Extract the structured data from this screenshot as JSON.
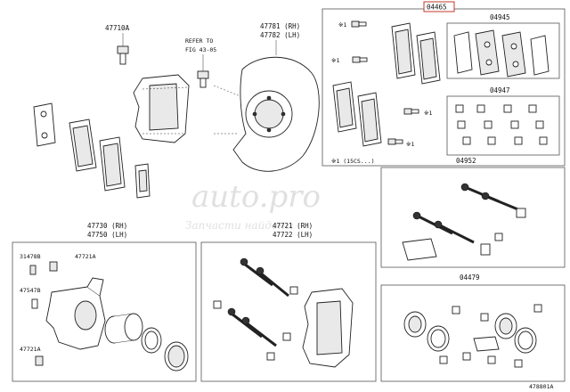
{
  "labels": {
    "p47710A": "47710A",
    "refer1": "REFER TO",
    "refer2": "FIG 43-05",
    "p47781": "47781 (RH)",
    "p47782": "47782 (LH)",
    "p04465": "04465",
    "p04945": "04945",
    "p04947": "04947",
    "p04952": "04952",
    "p04479": "04479",
    "p47730": "47730 (RH)",
    "p47750": "47750 (LH)",
    "p47721a": "47721 (RH)",
    "p47722": "47722 (LH)",
    "p31478B": "31478B",
    "p47721A_top": "47721A",
    "p47547B": "47547B",
    "p47721A_bot": "47721A",
    "star1": "※1",
    "star1b": "※1",
    "star1c": "※1",
    "star1d": "※1",
    "note": "※1 (15CS...)",
    "figcode": "478801A"
  },
  "watermark": {
    "brand": "auto.pro",
    "sub": "Запчасти найдены"
  },
  "colors": {
    "highlight": "#c0392b",
    "line": "#222222",
    "watermark": "#c8c8c8"
  }
}
